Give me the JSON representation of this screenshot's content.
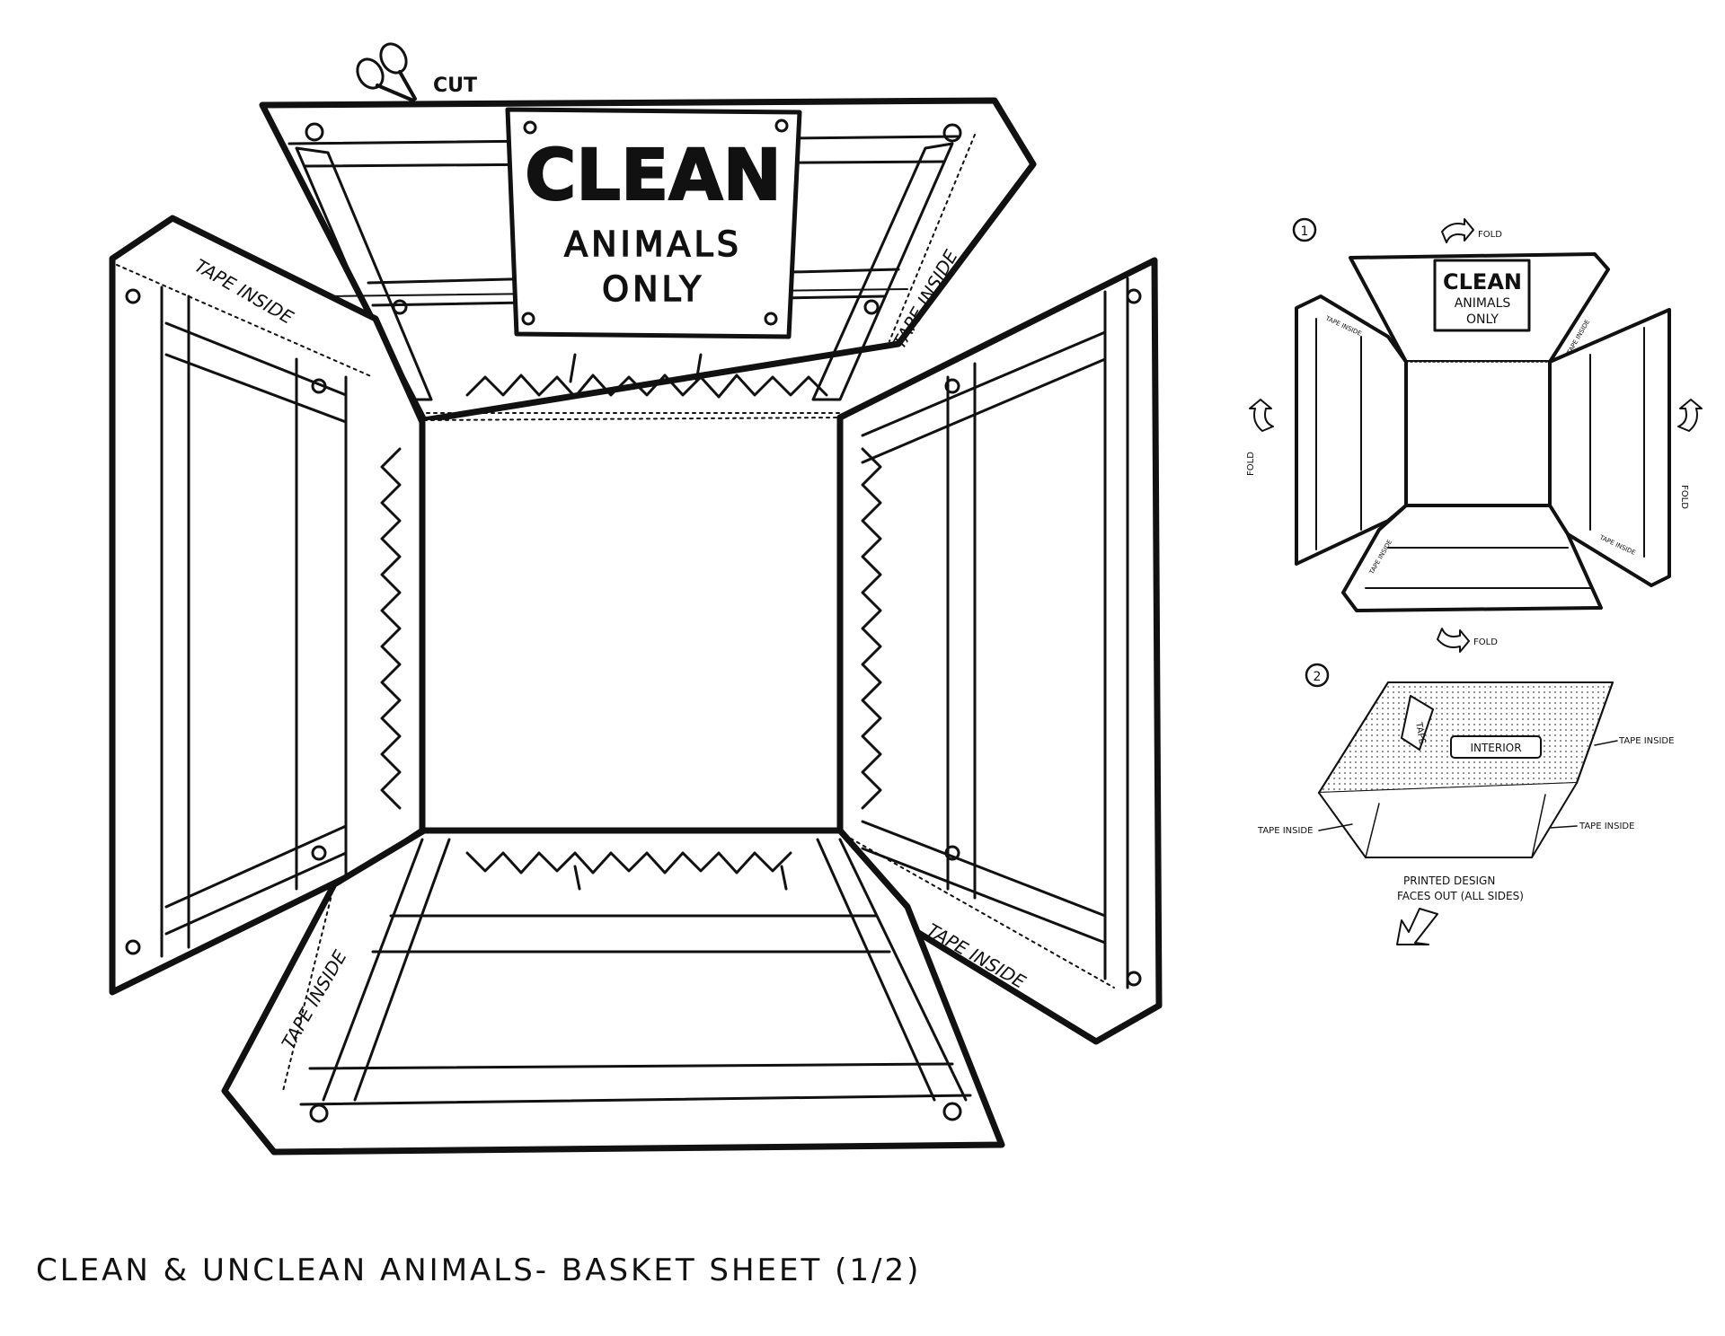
{
  "sheet": {
    "title": "CLEAN & UNCLEAN ANIMALS- BASKET SHEET (1/2)"
  },
  "main_template": {
    "cut_label": "CUT",
    "sign": {
      "title": "CLEAN",
      "line1": "ANIMALS",
      "line2": "ONLY"
    },
    "tape_label": "TAPE INSIDE"
  },
  "step1": {
    "number": "1",
    "fold_label": "FOLD",
    "sign": {
      "title": "CLEAN",
      "line1": "ANIMALS",
      "line2": "ONLY"
    },
    "tape_label": "TAPE INSIDE"
  },
  "step2": {
    "number": "2",
    "tape_tab_label": "TAPE",
    "interior_label": "INTERIOR",
    "tape_inside_right_top": "TAPE INSIDE",
    "tape_inside_right_bottom": "TAPE INSIDE",
    "tape_inside_left": "TAPE INSIDE",
    "note_line1": "PRINTED DESIGN",
    "note_line2": "FACES OUT (ALL SIDES)"
  },
  "colors": {
    "ink": "#111111",
    "paper": "#ffffff",
    "dot_shade": "#999999"
  },
  "icons": [
    "scissors-icon",
    "fold-arrow-icon",
    "down-arrow-icon"
  ]
}
